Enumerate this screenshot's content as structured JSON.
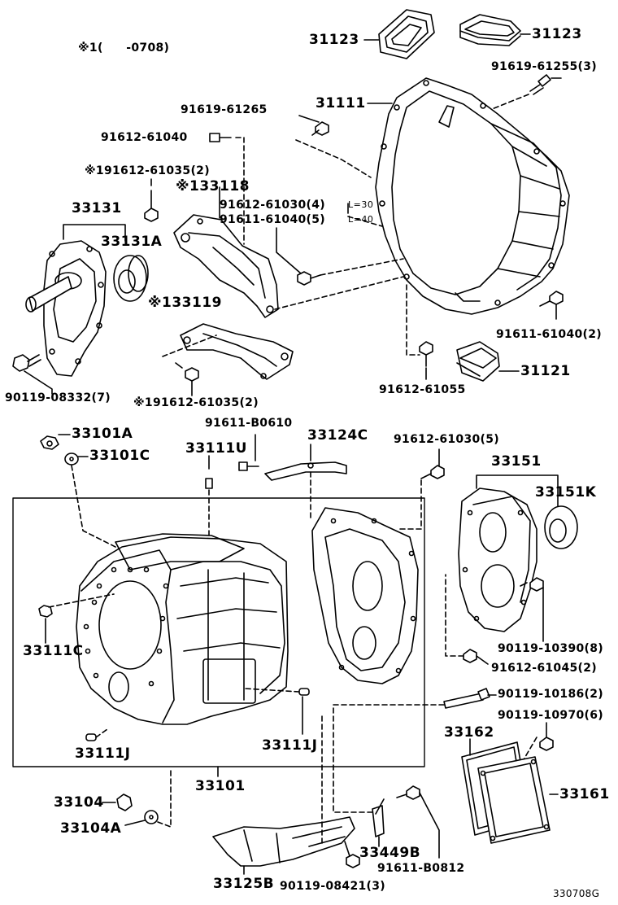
{
  "note": "※1(　　-0708)",
  "figure_code": "330708G",
  "labels": {
    "p31123_left": "31123",
    "p31123_right": "31123",
    "p91619_61255": "91619-61255(3)",
    "p31111": "31111",
    "p91619_61265": "91619-61265",
    "p91612_61040": "91612-61040",
    "p191612_61035_top": "※191612-61035(2)",
    "p133118": "※133118",
    "p91612_61030_4": "91612-61030(4)",
    "l30": "L=30",
    "p91611_61040_5": "91611-61040(5)",
    "l40": "L=40",
    "p33131": "33131",
    "p33131A": "33131A",
    "p133119": "※133119",
    "p91611_61040_2": "91611-61040(2)",
    "p31121": "31121",
    "p90119_08332": "90119-08332(7)",
    "p191612_61035_bot": "※191612-61035(2)",
    "p91612_61055": "91612-61055",
    "p33101A": "33101A",
    "p33101C": "33101C",
    "p91611_B0610": "91611-B0610",
    "p33111U": "33111U",
    "p33124C": "33124C",
    "p91612_61030_5": "91612-61030(5)",
    "p33151": "33151",
    "p33151K": "33151K",
    "p33111C": "33111C",
    "p90119_10390": "90119-10390(8)",
    "p91612_61045": "91612-61045(2)",
    "p90119_10186": "90119-10186(2)",
    "p90119_10970": "90119-10970(6)",
    "p33162": "33162",
    "p33111J_left": "33111J",
    "p33111J_right": "33111J",
    "p33101": "33101",
    "p33161": "33161",
    "p33104": "33104",
    "p33104A": "33104A",
    "p33449B": "33449B",
    "p91611_B0812": "91611-B0812",
    "p33125B": "33125B",
    "p90119_08421": "90119-08421(3)"
  }
}
